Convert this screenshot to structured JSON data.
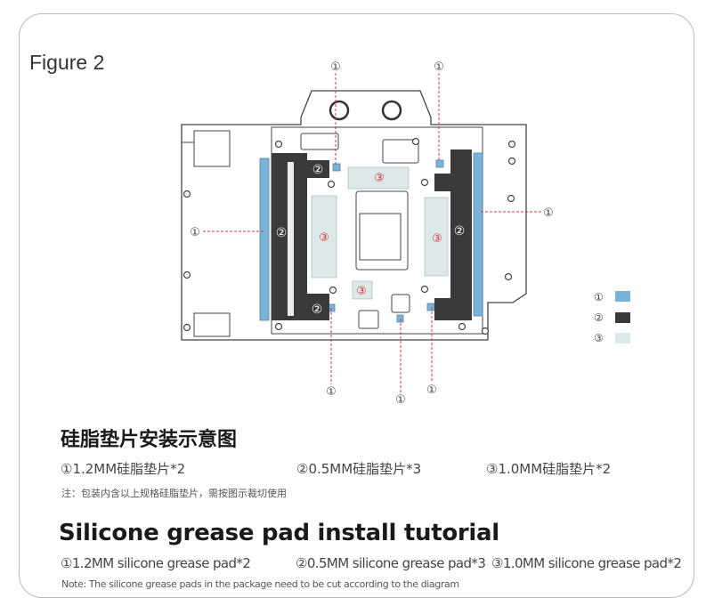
{
  "figure_label": "Figure 2",
  "legend": [
    {
      "marker": "①",
      "color": "#7ab3d9"
    },
    {
      "marker": "②",
      "color": "#3a3a3c"
    },
    {
      "marker": "③",
      "color": "#dde8e8"
    }
  ],
  "callouts": {
    "one": "①",
    "two": "②",
    "three": "③"
  },
  "colors": {
    "blue_pad": "#7ab3d9",
    "dark_pad": "#3a3a3c",
    "light_pad": "#dde8e8",
    "leader_line": "#d8343b",
    "outline": "#444444"
  },
  "chinese": {
    "title": "硅脂垫片安装示意图",
    "items": [
      "①1.2MM硅脂垫片*2",
      "②0.5MM硅脂垫片*3",
      "③1.0MM硅脂垫片*2"
    ],
    "note": "注：包装内含以上规格硅脂垫片，需按图示裁切使用"
  },
  "english": {
    "title": "Silicone grease pad install tutorial",
    "items": [
      "①1.2MM silicone grease pad*2",
      "②0.5MM silicone grease pad*3",
      "③1.0MM silicone grease pad*2"
    ],
    "note": "Note: The silicone grease pads in the package need to be cut according to the diagram"
  }
}
